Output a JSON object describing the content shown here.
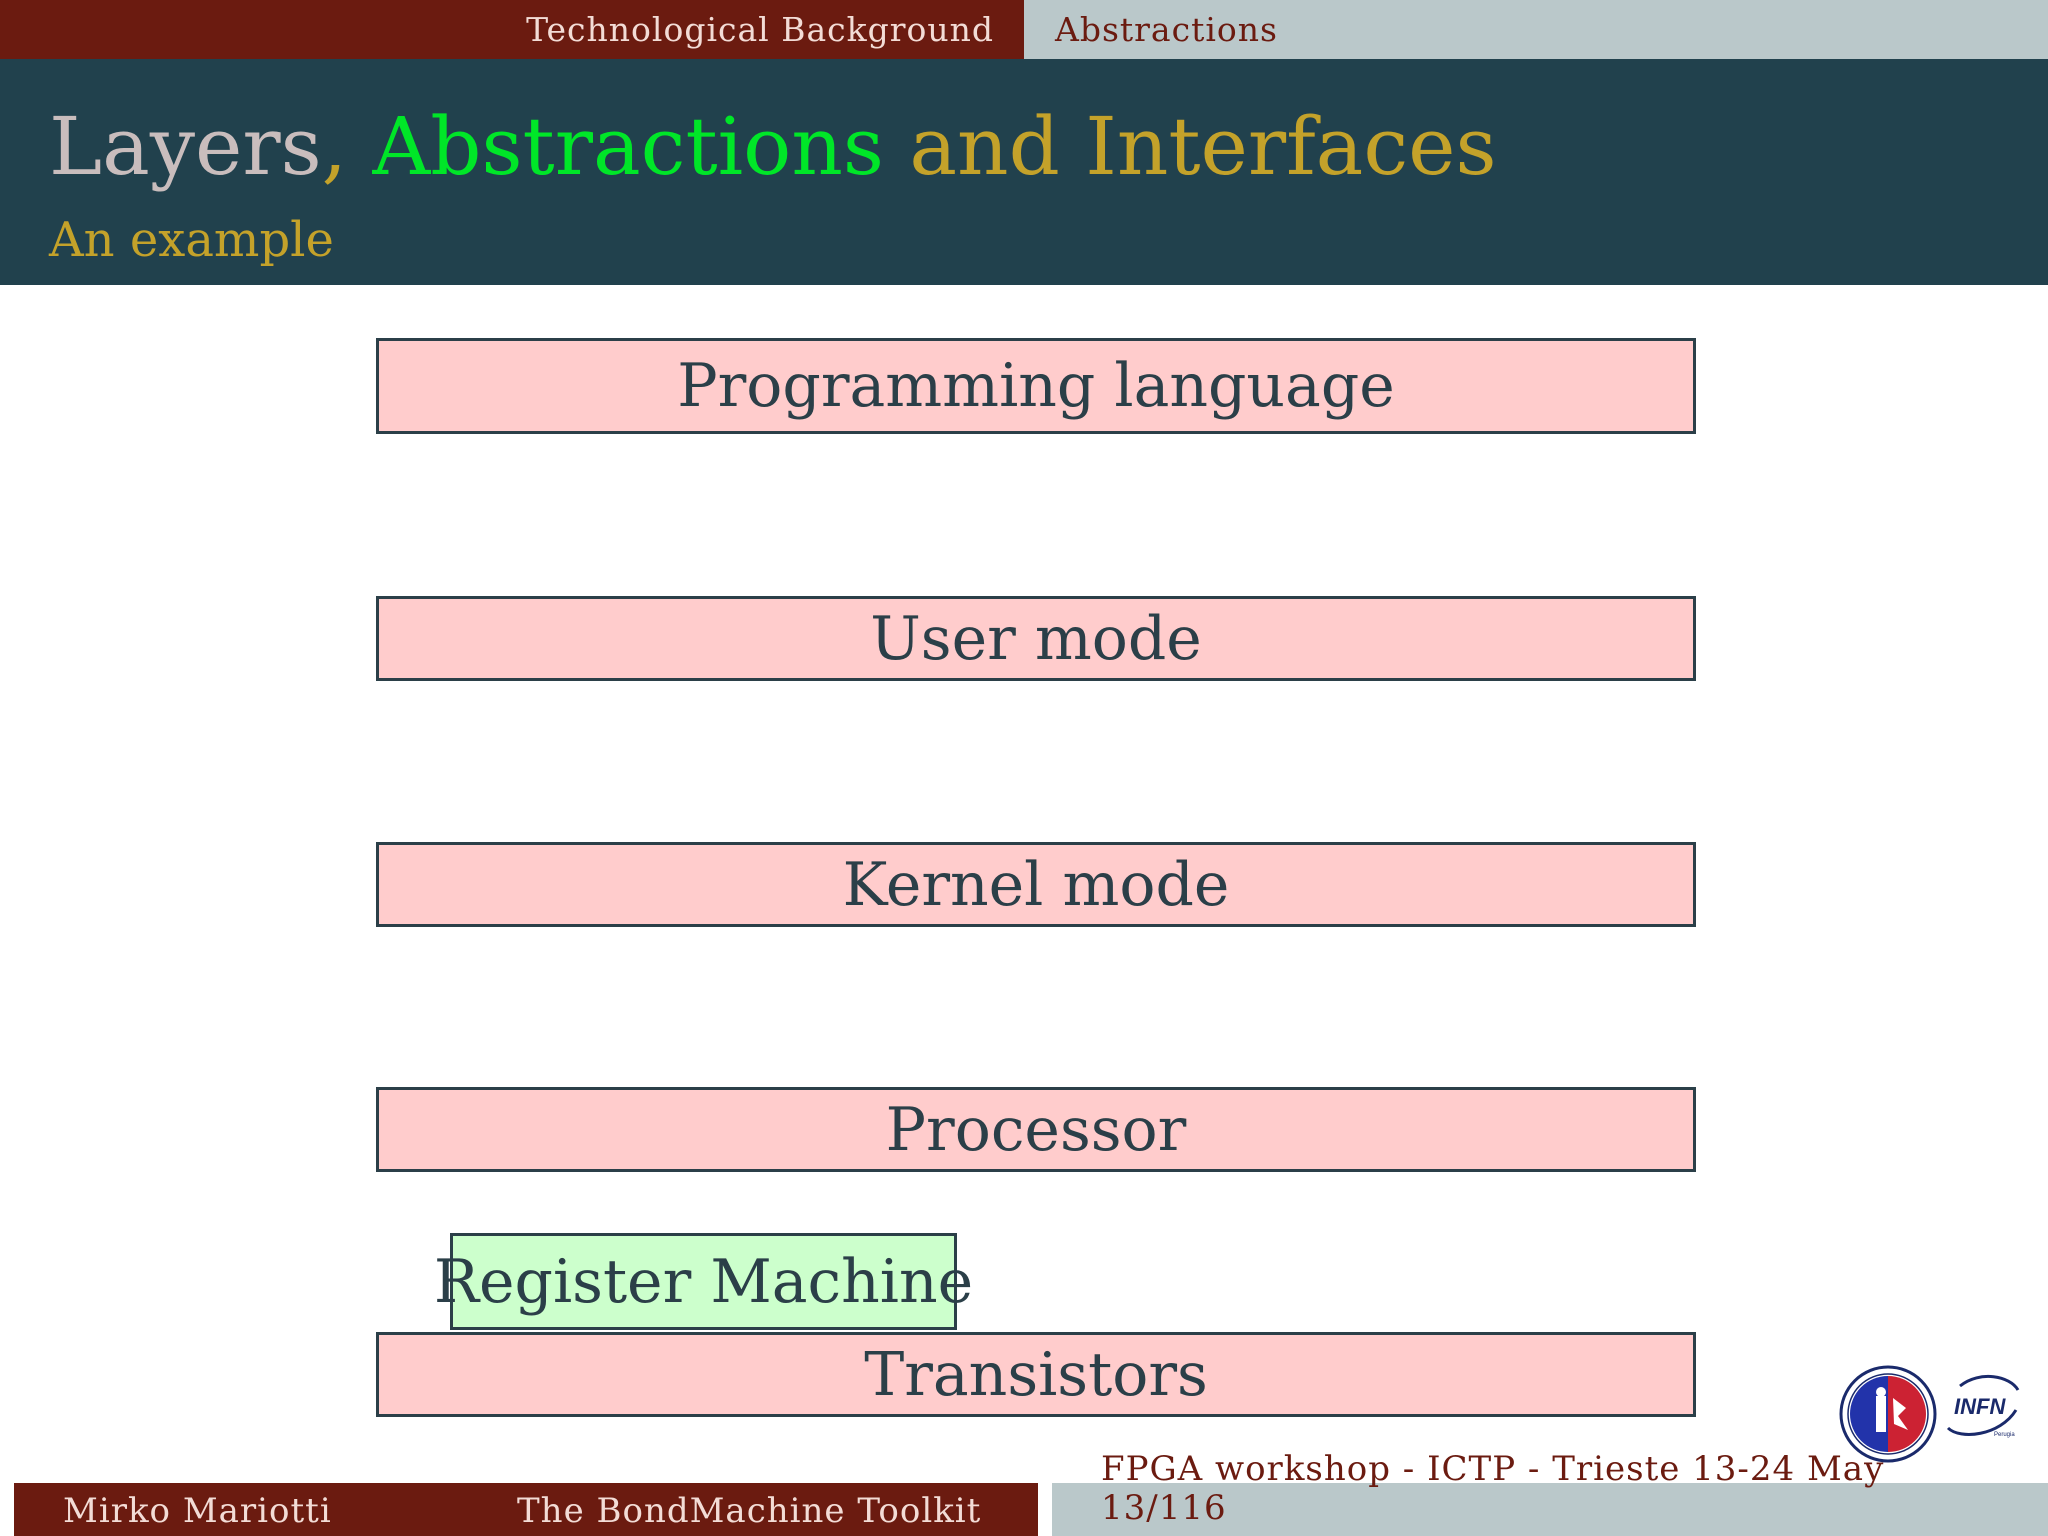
{
  "nav": {
    "section": "Technological Background",
    "subsection": "Abstractions"
  },
  "slide": {
    "title_part1": "Layers",
    "title_comma": ", ",
    "title_part2": "Abstractions",
    "title_part3": " and Interfaces",
    "subtitle": "An example"
  },
  "layers": [
    "Programming language",
    "User mode",
    "Kernel mode",
    "Processor",
    "Transistors"
  ],
  "register_machine": "Register Machine",
  "logos": {
    "infn": "INFN",
    "infn_sub": "Perugia"
  },
  "footer": {
    "author": "Mirko Mariotti",
    "talk": "The BondMachine Toolkit",
    "event": "FPGA workshop - ICTP - Trieste 13-24 May",
    "page": "13/116"
  },
  "colors": {
    "nav_dark": "#6b1b10",
    "nav_light": "#bac8ca",
    "title_band": "#21414d",
    "title_accent": "#c4a22a",
    "title_highlight": "#00e628",
    "layer_fill": "#ffcccc",
    "register_fill": "#ccffcc"
  }
}
